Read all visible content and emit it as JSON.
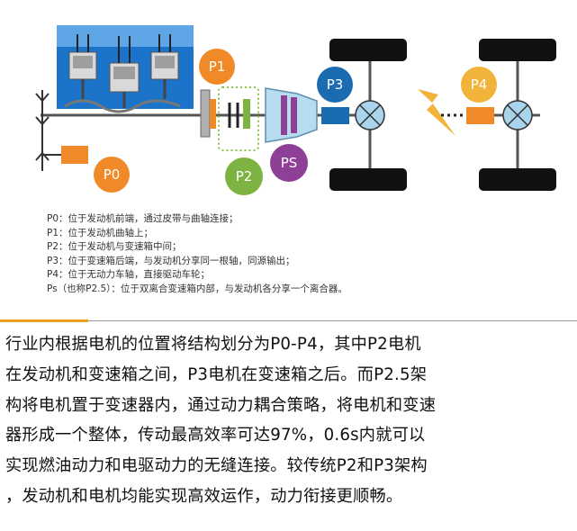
{
  "bubbles": {
    "p0": "P0",
    "p1": "P1",
    "p2": "P2",
    "p3": "P3",
    "p4": "P4",
    "ps": "PS"
  },
  "colors": {
    "engine_blue": "#1b74c9",
    "orange": "#f08a28",
    "green": "#7cb342",
    "purple": "#8e3f96",
    "p3_blue": "#1a6bb0",
    "p4_yellow": "#f2b33a",
    "lightning": "#f2b33a"
  },
  "legend": [
    "P0：位于发动机前端，通过皮带与曲轴连接；",
    "P1：位于发动机曲轴上；",
    "P2：位于发动机与变速箱中间；",
    "P3：位于变速箱后端，与发动机分享同一根轴，同源输出；",
    "P4：位于无动力车轴，直接驱动车轮；",
    "Ps（也称P2.5）：位于双离合变速箱内部，与发动机各分享一个离合器。"
  ],
  "caption": [
    "行业内根据电机的位置将结构划分为P0-P4，其中P2电机",
    "在发动机和变速箱之间，P3电机在变速箱之后。而P2.5架",
    "构将电机置于变速器内，通过动力耦合策略，将电机和变速",
    "器形成一个整体，传动最高效率可达97%，0.6s内就可以",
    "实现燃油动力和电驱动力的无缝连接。较传统P2和P3架构",
    "，发动机和电机均能实现高效运作，动力衔接更顺畅。"
  ]
}
